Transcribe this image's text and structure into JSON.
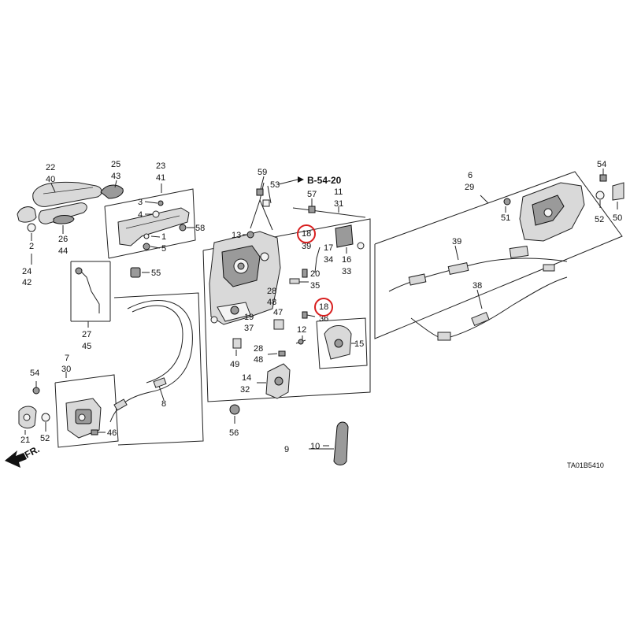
{
  "diagram": {
    "reference": "B-54-20",
    "diagram_code": "TA01B5410",
    "front_arrow": "FR.",
    "highlighted_callouts": [
      "18",
      "18"
    ],
    "colors": {
      "highlight": "#d81e1e",
      "line": "#222222",
      "part": "#d9d9d9"
    },
    "callouts": [
      {
        "id": "c22",
        "text": "22"
      },
      {
        "id": "c40",
        "text": "40"
      },
      {
        "id": "c25",
        "text": "25"
      },
      {
        "id": "c43",
        "text": "43"
      },
      {
        "id": "c23",
        "text": "23"
      },
      {
        "id": "c41",
        "text": "41"
      },
      {
        "id": "c3",
        "text": "3"
      },
      {
        "id": "c4",
        "text": "4"
      },
      {
        "id": "c58",
        "text": "58"
      },
      {
        "id": "c1",
        "text": "1"
      },
      {
        "id": "c5",
        "text": "5"
      },
      {
        "id": "c2",
        "text": "2"
      },
      {
        "id": "c24",
        "text": "24"
      },
      {
        "id": "c42",
        "text": "42"
      },
      {
        "id": "c26",
        "text": "26"
      },
      {
        "id": "c44",
        "text": "44"
      },
      {
        "id": "c55",
        "text": "55"
      },
      {
        "id": "c27",
        "text": "27"
      },
      {
        "id": "c45",
        "text": "45"
      },
      {
        "id": "c7",
        "text": "7"
      },
      {
        "id": "c30",
        "text": "30"
      },
      {
        "id": "c54a",
        "text": "54"
      },
      {
        "id": "c21",
        "text": "21"
      },
      {
        "id": "c52a",
        "text": "52"
      },
      {
        "id": "c46",
        "text": "46"
      },
      {
        "id": "c8",
        "text": "8"
      },
      {
        "id": "c59",
        "text": "59"
      },
      {
        "id": "c53",
        "text": "53"
      },
      {
        "id": "c57",
        "text": "57"
      },
      {
        "id": "c11",
        "text": "11"
      },
      {
        "id": "c31",
        "text": "31"
      },
      {
        "id": "c13",
        "text": "13"
      },
      {
        "id": "c18a",
        "text": "18"
      },
      {
        "id": "c39a",
        "text": "39"
      },
      {
        "id": "c17",
        "text": "17"
      },
      {
        "id": "c34",
        "text": "34"
      },
      {
        "id": "c16",
        "text": "16"
      },
      {
        "id": "c33",
        "text": "33"
      },
      {
        "id": "c28a",
        "text": "28"
      },
      {
        "id": "c20",
        "text": "20"
      },
      {
        "id": "c35",
        "text": "35"
      },
      {
        "id": "c48a",
        "text": "48"
      },
      {
        "id": "c18b",
        "text": "18"
      },
      {
        "id": "c36",
        "text": "36"
      },
      {
        "id": "c47",
        "text": "47"
      },
      {
        "id": "c19",
        "text": "19"
      },
      {
        "id": "c37",
        "text": "37"
      },
      {
        "id": "c12",
        "text": "12"
      },
      {
        "id": "c15",
        "text": "15"
      },
      {
        "id": "c28b",
        "text": "28"
      },
      {
        "id": "c48b",
        "text": "48"
      },
      {
        "id": "c49",
        "text": "49"
      },
      {
        "id": "c14",
        "text": "14"
      },
      {
        "id": "c32",
        "text": "32"
      },
      {
        "id": "c56",
        "text": "56"
      },
      {
        "id": "c9",
        "text": "9"
      },
      {
        "id": "c10",
        "text": "10"
      },
      {
        "id": "c6",
        "text": "6"
      },
      {
        "id": "c29",
        "text": "29"
      },
      {
        "id": "c51",
        "text": "51"
      },
      {
        "id": "c54b",
        "text": "54"
      },
      {
        "id": "c50",
        "text": "50"
      },
      {
        "id": "c52b",
        "text": "52"
      },
      {
        "id": "c39b",
        "text": "39"
      },
      {
        "id": "c38",
        "text": "38"
      }
    ]
  }
}
